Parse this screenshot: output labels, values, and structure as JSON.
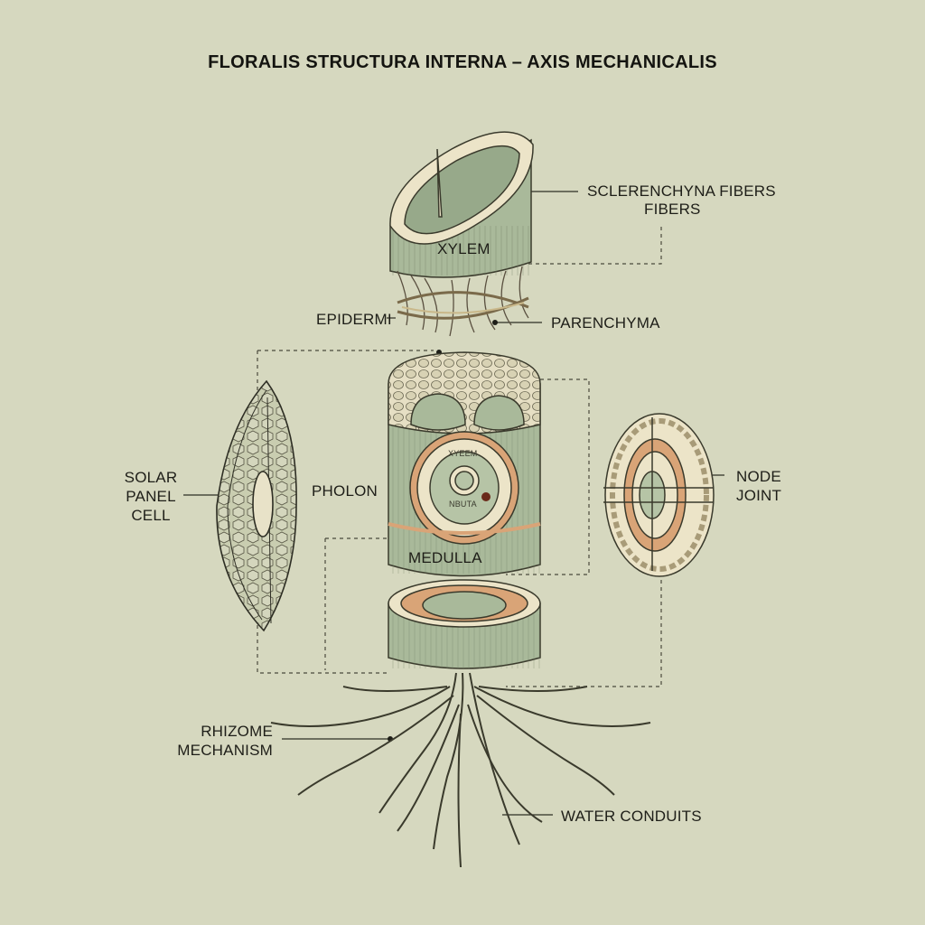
{
  "title": "FLORALIS STRUCTURA INTERNA – AXIS MECHANICALIS",
  "labels": {
    "sclerenchyma_line1": "SCLERENCHYNA FIBERS",
    "sclerenchyma_line2": "FIBERS",
    "xylem": "XYLEM",
    "epiderm": "EPIDERMI",
    "parenchyma": "PARENCHYMA",
    "solar_line1": "SOLAR",
    "solar_line2": "PANEL",
    "solar_line3": "CELL",
    "pholon": "PHOLON",
    "xyeem": "XYEEM",
    "nbuta": "NBUTA",
    "medulla": "MEDULLA",
    "node_line1": "NODE",
    "node_line2": "JOINT",
    "rhizome_line1": "RHIZOME",
    "rhizome_line2": "MECHANISM",
    "water": "WATER CONDUITS"
  },
  "colors": {
    "background": "#d6d8bf",
    "stem_green": "#a9b99a",
    "stem_green_dark": "#8fa283",
    "cream": "#ece4c8",
    "tan_band": "#d9a477",
    "ink": "#2e2e24"
  }
}
